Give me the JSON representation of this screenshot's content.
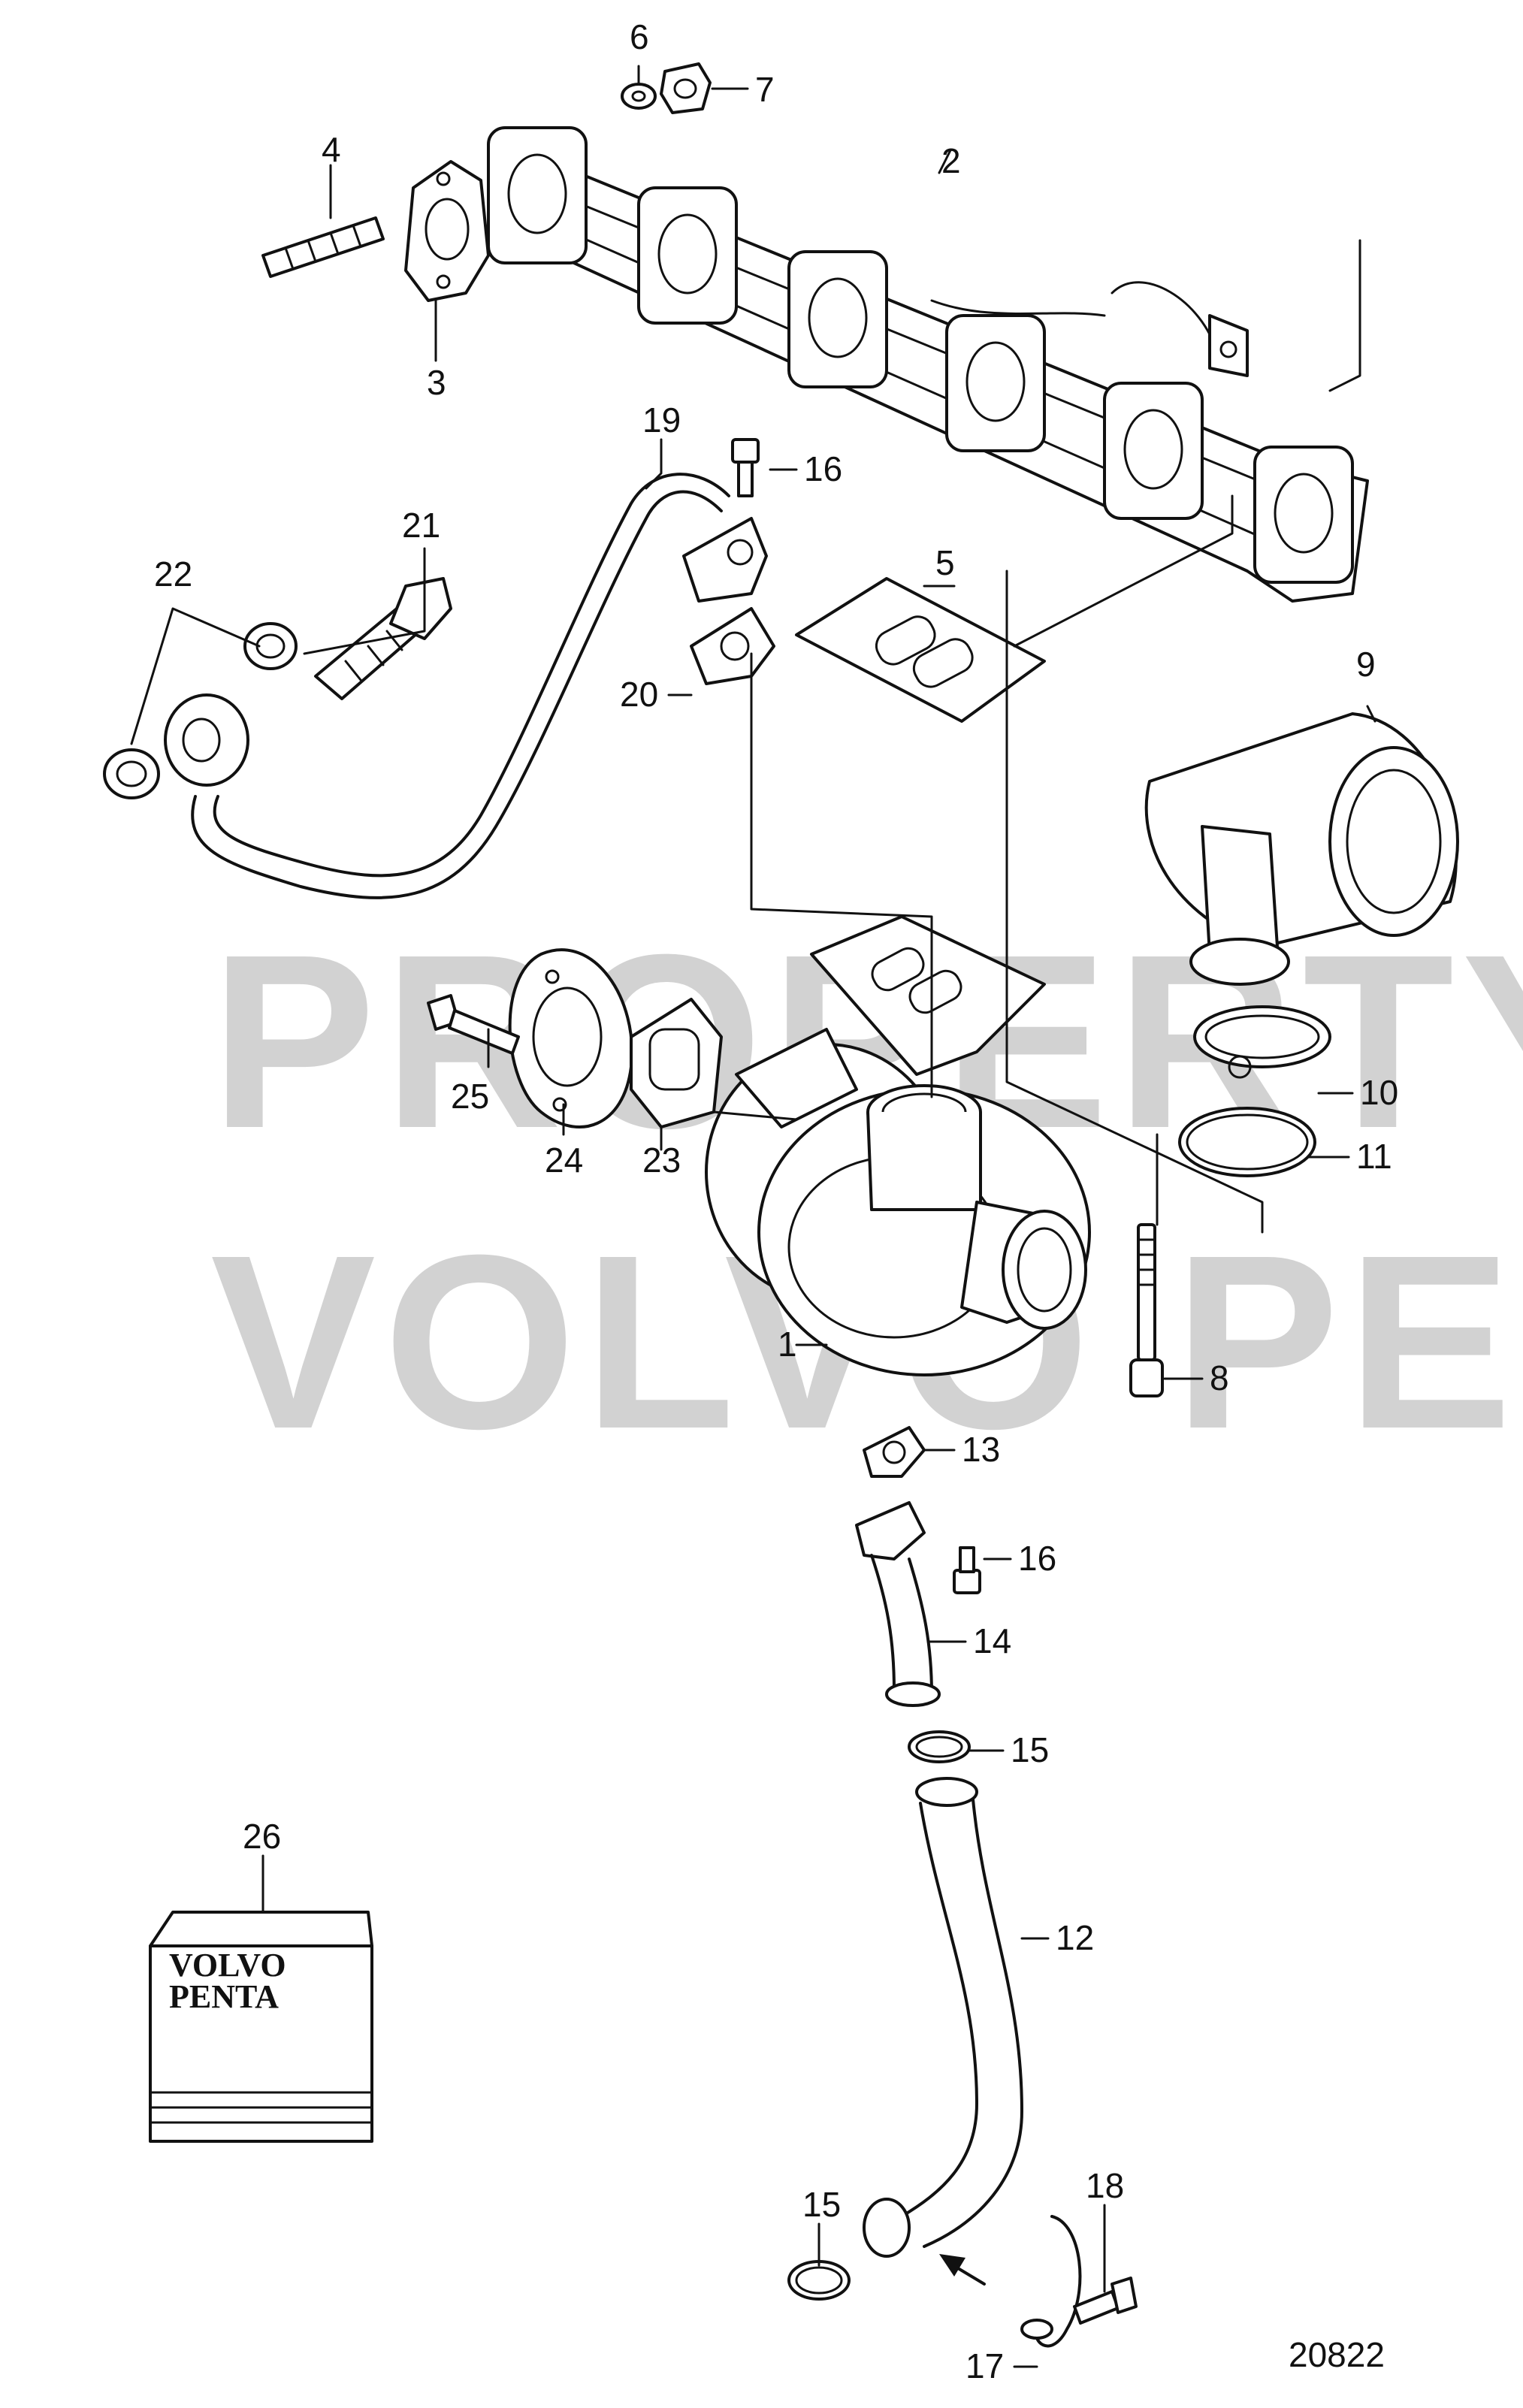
{
  "watermark": {
    "line1": "PROPERTY OF",
    "line2": "VOLVO PENTA"
  },
  "labels": {
    "l1": "1",
    "l2": "2",
    "l3": "3",
    "l4": "4",
    "l5": "5",
    "l6": "6",
    "l7": "7",
    "l8": "8",
    "l9": "9",
    "l10": "10",
    "l11": "11",
    "l12": "12",
    "l13": "13",
    "l14": "14",
    "l15a": "15",
    "l15b": "15",
    "l16a": "16",
    "l16b": "16",
    "l17": "17",
    "l18": "18",
    "l19": "19",
    "l20": "20",
    "l21": "21",
    "l22": "22",
    "l23": "23",
    "l24": "24",
    "l25": "25",
    "l26": "26"
  },
  "book": {
    "brand1": "VOLVO",
    "brand2": "PENTA"
  },
  "figure_id": "20822"
}
